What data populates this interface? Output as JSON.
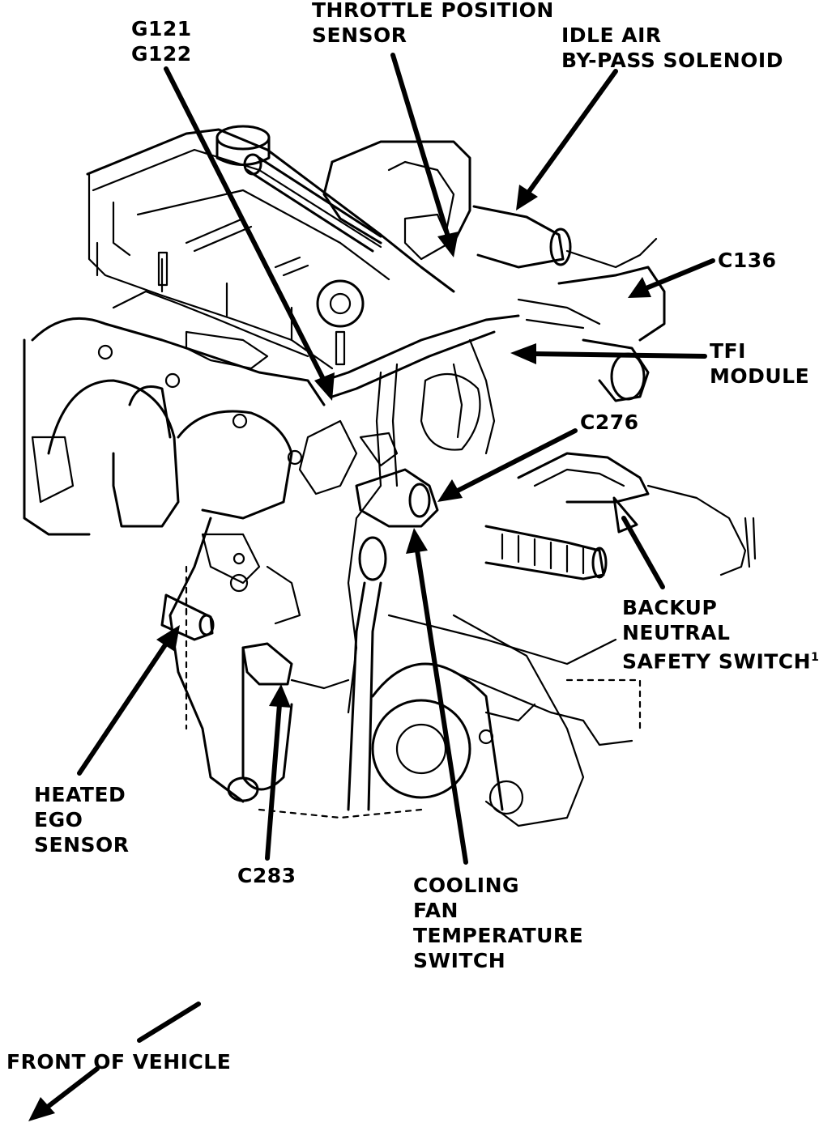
{
  "labels": {
    "g121": "G121",
    "g122": "G122",
    "throttle_1": "THROTTLE POSITION",
    "throttle_2": "SENSOR",
    "idle_1": "IDLE AIR",
    "idle_2": "BY-PASS SOLENOID",
    "c136": "C136",
    "tfi_1": "TFI",
    "tfi_2": "MODULE",
    "c276": "C276",
    "backup_1": "BACKUP",
    "backup_2": "NEUTRAL",
    "backup_3": "SAFETY SWITCH",
    "backup_mark": "1",
    "heated_1": "HEATED",
    "heated_2": "EGO",
    "heated_3": "SENSOR",
    "c283": "C283",
    "cooling_1": "COOLING",
    "cooling_2": "FAN",
    "cooling_3": "TEMPERATURE",
    "cooling_4": "SWITCH",
    "front": "FRONT OF VEHICLE"
  },
  "colors": {
    "ink": "#000000",
    "paper": "#ffffff"
  }
}
